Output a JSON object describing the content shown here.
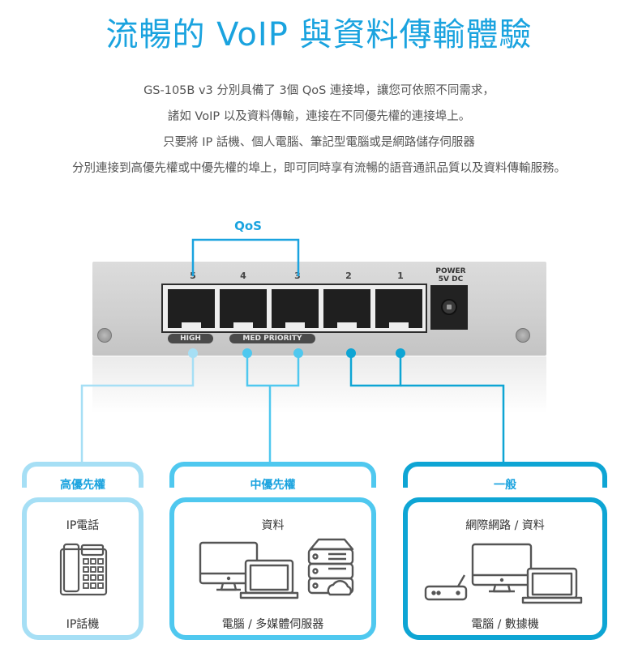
{
  "title": "流暢的 VoIP 與資料傳輸體驗",
  "description": [
    "GS-105B v3 分別具備了 3個 QoS 連接埠，讓您可依照不同需求，",
    "諸如 VoIP 以及資料傳輸，連接在不同優先權的連接埠上。",
    "只要將 IP 話機、個人電腦、筆記型電腦或是網路儲存伺服器",
    "分別連接到高優先權或中優先權的埠上，即可同時享有流暢的語音通訊品質以及資料傳輸服務。"
  ],
  "switch": {
    "qos_label": "QoS",
    "port_numbers": [
      "5",
      "4",
      "3",
      "2",
      "1"
    ],
    "power_label_line1": "POWER",
    "power_label_line2": "5V DC",
    "high_label": "HIGH",
    "med_label": "MED PRIORITY"
  },
  "colors": {
    "accent": "#1aa3df",
    "high": "#a6dff5",
    "medium": "#4fc8ef",
    "general": "#0ea5d4",
    "text": "#555555"
  },
  "groups": [
    {
      "title": "高優先權",
      "top_label": "IP電話",
      "icon": "desk-phone-icon",
      "bottom_label": "IP話機"
    },
    {
      "title": "中優先權",
      "top_label": "資料",
      "icon": "desktop-laptop-server-icon",
      "bottom_label": "電腦 / 多媒體伺服器"
    },
    {
      "title": "一般",
      "top_label": "網際網路 / 資料",
      "icon": "router-desktop-laptop-icon",
      "bottom_label": "電腦 / 數據機"
    }
  ]
}
